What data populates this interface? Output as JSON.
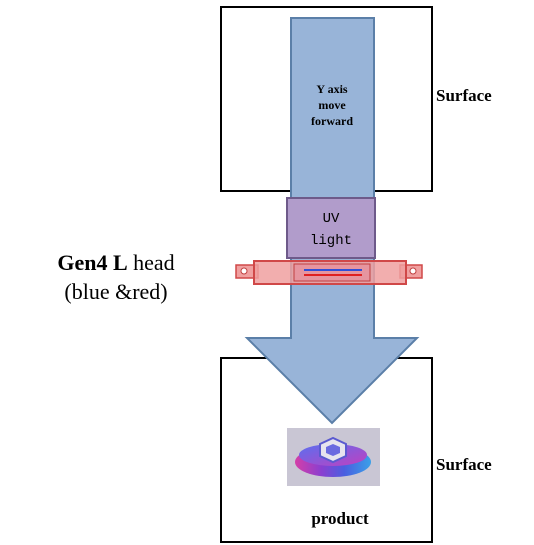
{
  "diagram": {
    "arrow_label": {
      "line1": "Y axis",
      "line2": "move",
      "line3": "forward"
    },
    "top_surface_label": "Surface",
    "bottom_surface_label": "Surface",
    "uv_light": {
      "line1": "UV",
      "line2": "light"
    },
    "head_label": {
      "bold_part": "Gen4 L",
      "rest_part": " head",
      "line2": "(blue &red)"
    },
    "product_label": "product"
  },
  "colors": {
    "arrow_fill": "#98b4d8",
    "arrow_stroke": "#5b7fa8",
    "uv_fill": "#b19ccb",
    "uv_stroke": "#6e5a8a",
    "head_fill": "#f0a0a0",
    "head_stroke": "#d04848",
    "blue_line": "#2f4fd8",
    "red_line": "#e02020",
    "box_stroke": "#000000",
    "text": "#000000"
  }
}
